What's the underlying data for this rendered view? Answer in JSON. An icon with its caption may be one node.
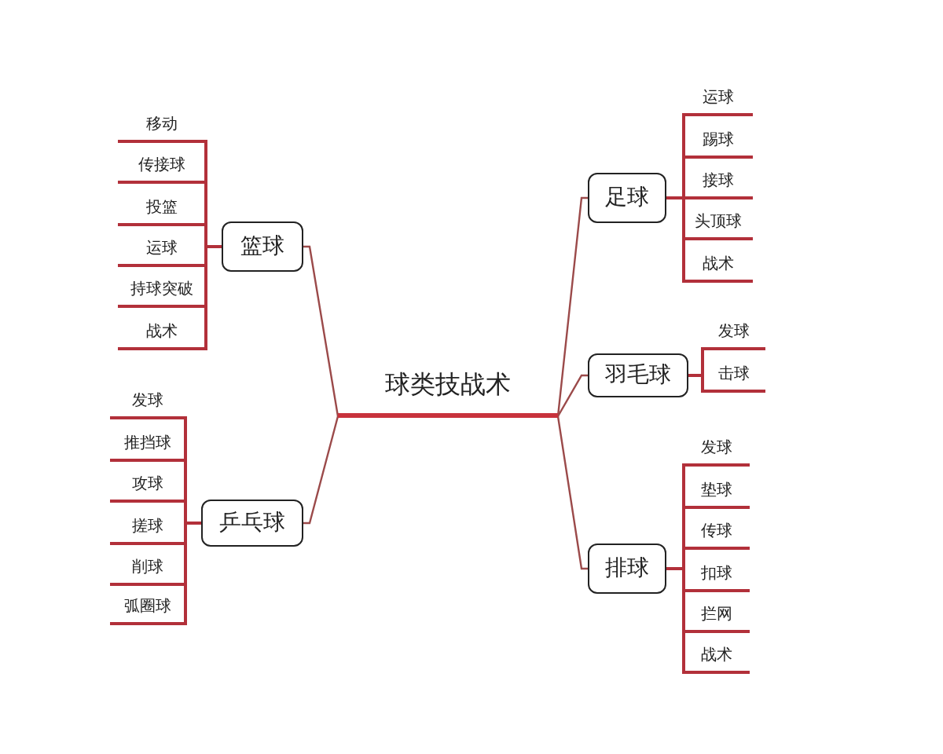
{
  "diagram": {
    "nodes": [
      {
        "text": [
          "球类技战术"
        ]
      },
      {
        "text": [
          "篮球"
        ]
      },
      {
        "text": [
          "移动"
        ]
      },
      {
        "text": [
          "传接球"
        ]
      },
      {
        "text": [
          "投篮"
        ]
      },
      {
        "text": [
          "运球"
        ]
      },
      {
        "text": [
          "持球突破"
        ]
      },
      {
        "text": [
          "战术"
        ]
      },
      {
        "text": [
          "乒乓球"
        ]
      },
      {
        "text": [
          "发球"
        ]
      },
      {
        "text": [
          "推挡球"
        ]
      },
      {
        "text": [
          "攻球"
        ]
      },
      {
        "text": [
          "搓球"
        ]
      },
      {
        "text": [
          "削球"
        ]
      },
      {
        "text": [
          "弧圈球"
        ]
      },
      {
        "text": [
          "足球"
        ]
      },
      {
        "text": [
          "运球"
        ]
      },
      {
        "text": [
          "踢球"
        ]
      },
      {
        "text": [
          "接球"
        ]
      },
      {
        "text": [
          "头顶球"
        ]
      },
      {
        "text": [
          "战术"
        ]
      },
      {
        "text": [
          "羽毛球"
        ]
      },
      {
        "text": [
          "发球"
        ]
      },
      {
        "text": [
          "击球"
        ]
      },
      {
        "text": [
          "排球"
        ]
      },
      {
        "text": [
          "发球"
        ]
      },
      {
        "text": [
          "垫球"
        ]
      },
      {
        "text": [
          "传球"
        ]
      },
      {
        "text": [
          "扣球"
        ]
      },
      {
        "text": [
          "拦网"
        ]
      },
      {
        "text": [
          "战术"
        ]
      }
    ],
    "edges": [
      {
        "from": 0,
        "to": 1,
        "arrow": "none"
      },
      {
        "from": 1,
        "to": 2,
        "arrow": "none"
      },
      {
        "from": 1,
        "to": 3,
        "arrow": "none"
      },
      {
        "from": 1,
        "to": 4,
        "arrow": "none"
      },
      {
        "from": 1,
        "to": 5,
        "arrow": "none"
      },
      {
        "from": 1,
        "to": 6,
        "arrow": "none"
      },
      {
        "from": 1,
        "to": 7,
        "arrow": "none"
      },
      {
        "from": 0,
        "to": 8,
        "arrow": "none"
      },
      {
        "from": 8,
        "to": 9,
        "arrow": "none"
      },
      {
        "from": 8,
        "to": 10,
        "arrow": "none"
      },
      {
        "from": 8,
        "to": 11,
        "arrow": "none"
      },
      {
        "from": 8,
        "to": 12,
        "arrow": "none"
      },
      {
        "from": 8,
        "to": 13,
        "arrow": "none"
      },
      {
        "from": 8,
        "to": 14,
        "arrow": "none"
      },
      {
        "from": 0,
        "to": 15,
        "arrow": "none"
      },
      {
        "from": 15,
        "to": 16,
        "arrow": "none"
      },
      {
        "from": 15,
        "to": 17,
        "arrow": "none"
      },
      {
        "from": 15,
        "to": 18,
        "arrow": "none"
      },
      {
        "from": 15,
        "to": 19,
        "arrow": "none"
      },
      {
        "from": 15,
        "to": 20,
        "arrow": "none"
      },
      {
        "from": 0,
        "to": 21,
        "arrow": "none"
      },
      {
        "from": 21,
        "to": 22,
        "arrow": "none"
      },
      {
        "from": 21,
        "to": 23,
        "arrow": "none"
      },
      {
        "from": 0,
        "to": 24,
        "arrow": "none"
      },
      {
        "from": 24,
        "to": 25,
        "arrow": "none"
      },
      {
        "from": 24,
        "to": 26,
        "arrow": "none"
      },
      {
        "from": 24,
        "to": 27,
        "arrow": "none"
      },
      {
        "from": 24,
        "to": 28,
        "arrow": "none"
      },
      {
        "from": 24,
        "to": 29,
        "arrow": "none"
      },
      {
        "from": 24,
        "to": 30,
        "arrow": "none"
      }
    ]
  }
}
